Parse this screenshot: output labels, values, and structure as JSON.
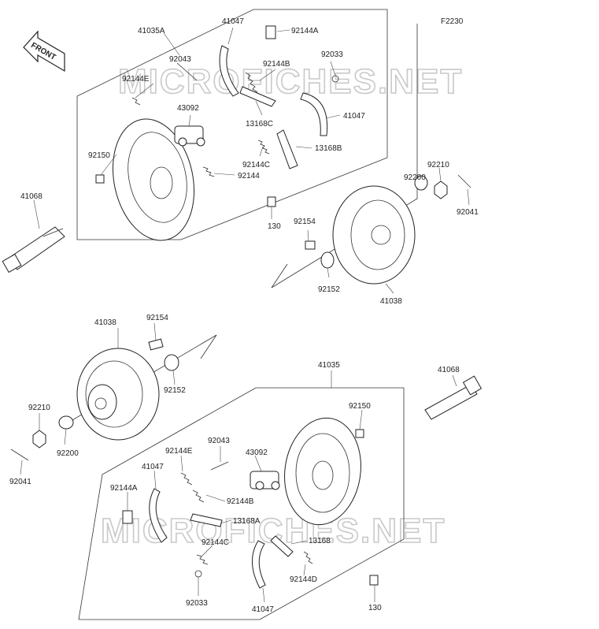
{
  "figure_code": "F2230",
  "front_label": "FRONT",
  "watermark": "MICROFICHES.NET",
  "upper_labels": {
    "l41035A": "41035A",
    "l41047a": "41047",
    "l92144A": "92144A",
    "l92043": "92043",
    "l92144B": "92144B",
    "l92033": "92033",
    "l92144E": "92144E",
    "l43092": "43092",
    "l13168C": "13168C",
    "l41047b": "41047",
    "l13168B": "13168B",
    "l92150": "92150",
    "l92144C": "92144C",
    "l92144": "92144",
    "l92210": "92210",
    "l92200": "92200",
    "l92041": "92041",
    "l41068": "41068",
    "l130": "130",
    "l92154": "92154",
    "l92152": "92152",
    "l41038": "41038"
  },
  "lower_labels": {
    "l41038": "41038",
    "l92154": "92154",
    "l92152": "92152",
    "l41035": "41035",
    "l41068": "41068",
    "l92210": "92210",
    "l92200": "92200",
    "l92041": "92041",
    "l92150": "92150",
    "l92043": "92043",
    "l92144E": "92144E",
    "l43092": "43092",
    "l41047a": "41047",
    "l92144A": "92144A",
    "l92144B": "92144B",
    "l13168A": "13168A",
    "l92144C": "92144C",
    "l13168": "13168",
    "l92144D": "92144D",
    "l92033": "92033",
    "l41047b": "41047",
    "l130": "130"
  }
}
